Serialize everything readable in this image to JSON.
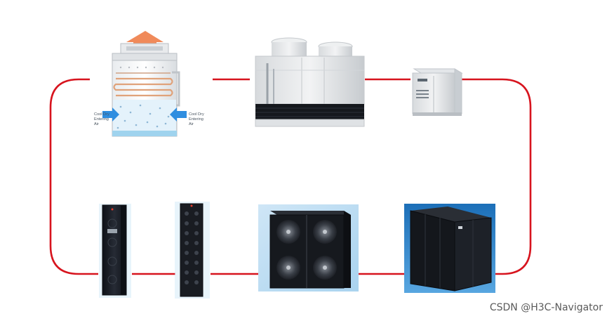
{
  "tower_labels": {
    "left_line1": "Cool Dry",
    "left_line2": "Entering",
    "left_line3": "Air",
    "right_line1": "Cool Dry",
    "right_line2": "Entering",
    "right_line3": "Air"
  },
  "watermark": "CSDN @H3C-Navigator",
  "colors": {
    "pipe": "#d7141e",
    "tower_frame": "#cfd3d6",
    "water": "#9fd3ee",
    "coil": "#e0a27a",
    "arrow_up": "#f08a5a",
    "arrow_side": "#2f8ee0",
    "cabinet_dark": "#1a1e26",
    "cabinet_blue_bg": "#2a7fc7"
  },
  "icons": {
    "cooling_tower": "cooling-tower-diagram",
    "closed_cooler": "closed-circuit-cooler",
    "outdoor_unit": "outdoor-condensing-unit",
    "rack_cooler_a": "in-row-rack-cooler",
    "rack_cooler_b": "rear-door-rack-cooler",
    "fan_wall": "fan-wall-unit",
    "crac": "precision-air-conditioner"
  }
}
